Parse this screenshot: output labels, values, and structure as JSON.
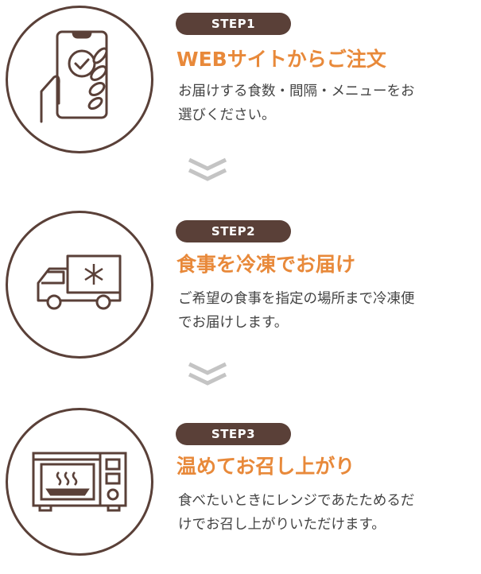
{
  "steps": [
    {
      "badge": "STEP1",
      "title": "WEBサイトからご注文",
      "desc": "お届けする食数・間隔・メニューをお選びください。",
      "icon": "smartphone-check-icon"
    },
    {
      "badge": "STEP2",
      "title": "食事を冷凍でお届け",
      "desc": "ご希望の食事を指定の場所まで冷凍便でお届けします。",
      "icon": "freezer-truck-icon"
    },
    {
      "badge": "STEP3",
      "title": "温めてお召し上がり",
      "desc": "食べたいときにレンジであたためるだけでお召し上がりいただけます。",
      "icon": "microwave-icon"
    }
  ],
  "colors": {
    "brown": "#5a4038",
    "orange": "#e8893a",
    "chevron": "#c4c4c4"
  }
}
